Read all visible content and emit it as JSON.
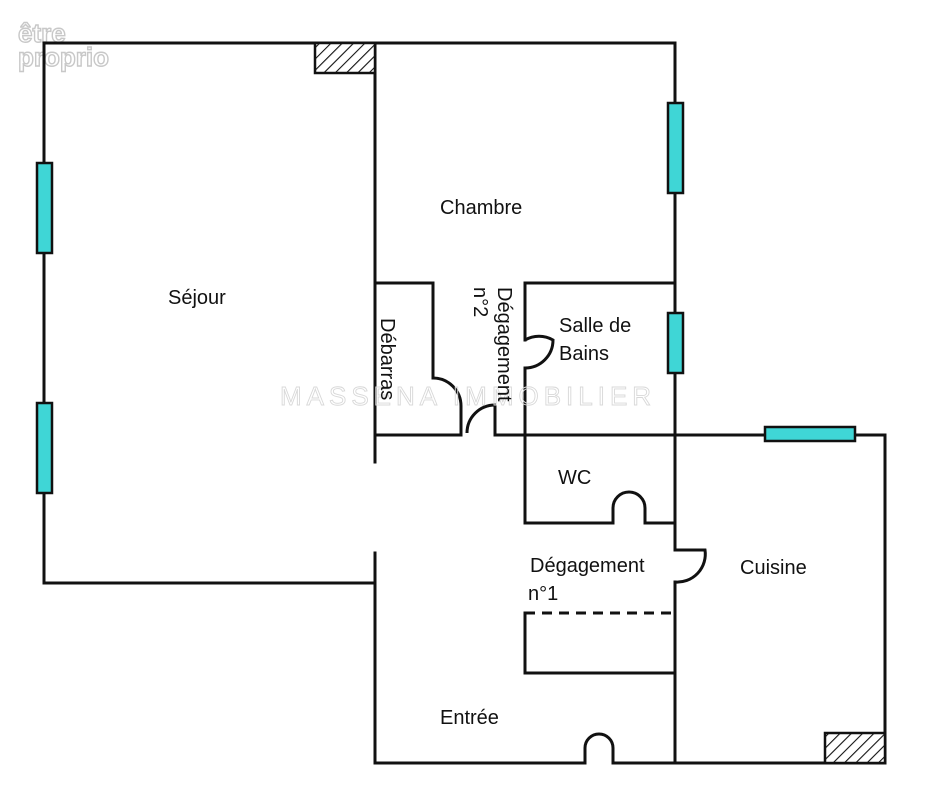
{
  "watermark": {
    "logo_line1": "être",
    "logo_line2": "proprio",
    "agency": "MASSENA IMMOBILIER"
  },
  "rooms": {
    "sejour": "Séjour",
    "chambre": "Chambre",
    "debarras": "Débarras",
    "degagement2": "Dégagement n°2",
    "salle_de_bains_line1": "Salle de",
    "salle_de_bains_line2": "Bains",
    "wc": "WC",
    "degagement1_line1": "Dégagement",
    "degagement1_line2": "n°1",
    "cuisine": "Cuisine",
    "entree": "Entrée"
  },
  "colors": {
    "wall": "#111111",
    "window": "#3fd6d6",
    "background": "#ffffff"
  }
}
